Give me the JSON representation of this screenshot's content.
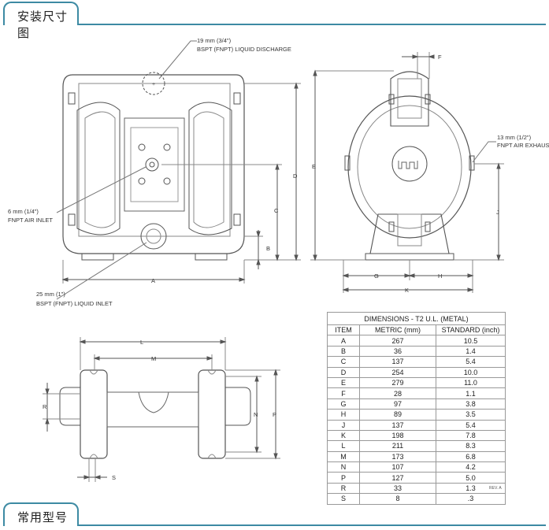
{
  "sections": {
    "top_title": "安装尺寸图",
    "bottom_title": "常用型号"
  },
  "drawing": {
    "callouts": {
      "discharge_size": "19 mm (3/4\")",
      "discharge_desc": "BSPT (FNPT) LIQUID DISCHARGE",
      "air_inlet_size": "6 mm (1/4\")",
      "air_inlet_desc": "FNPT AIR INLET",
      "liquid_inlet_size": "25 mm (1\")",
      "liquid_inlet_desc": "BSPT (FNPT) LIQUID INLET",
      "air_exhaust_size": "13 mm (1/2\")",
      "air_exhaust_desc": "FNPT AIR EXHAUST"
    },
    "dims": {
      "A": "A",
      "B": "B",
      "C": "C",
      "D": "D",
      "E": "E",
      "F": "F",
      "G": "G",
      "H": "H",
      "J": "J",
      "K": "K",
      "L": "L",
      "M": "M",
      "N": "N",
      "P": "P",
      "R": "R",
      "S": "S"
    }
  },
  "table": {
    "title": "DIMENSIONS - T2 U.L. (METAL)",
    "headers": [
      "ITEM",
      "METRIC (mm)",
      "STANDARD (inch)"
    ],
    "rows": [
      [
        "A",
        "267",
        "10.5"
      ],
      [
        "B",
        "36",
        "1.4"
      ],
      [
        "C",
        "137",
        "5.4"
      ],
      [
        "D",
        "254",
        "10.0"
      ],
      [
        "E",
        "279",
        "11.0"
      ],
      [
        "F",
        "28",
        "1.1"
      ],
      [
        "G",
        "97",
        "3.8"
      ],
      [
        "H",
        "89",
        "3.5"
      ],
      [
        "J",
        "137",
        "5.4"
      ],
      [
        "K",
        "198",
        "7.8"
      ],
      [
        "L",
        "211",
        "8.3"
      ],
      [
        "M",
        "173",
        "6.8"
      ],
      [
        "N",
        "107",
        "4.2"
      ],
      [
        "P",
        "127",
        "5.0"
      ],
      [
        "R",
        "33",
        "1.3"
      ],
      [
        "S",
        "8",
        ".3"
      ]
    ],
    "rev": "REV. A"
  },
  "colors": {
    "accent": "#3d8aa3",
    "line": "#555555"
  }
}
